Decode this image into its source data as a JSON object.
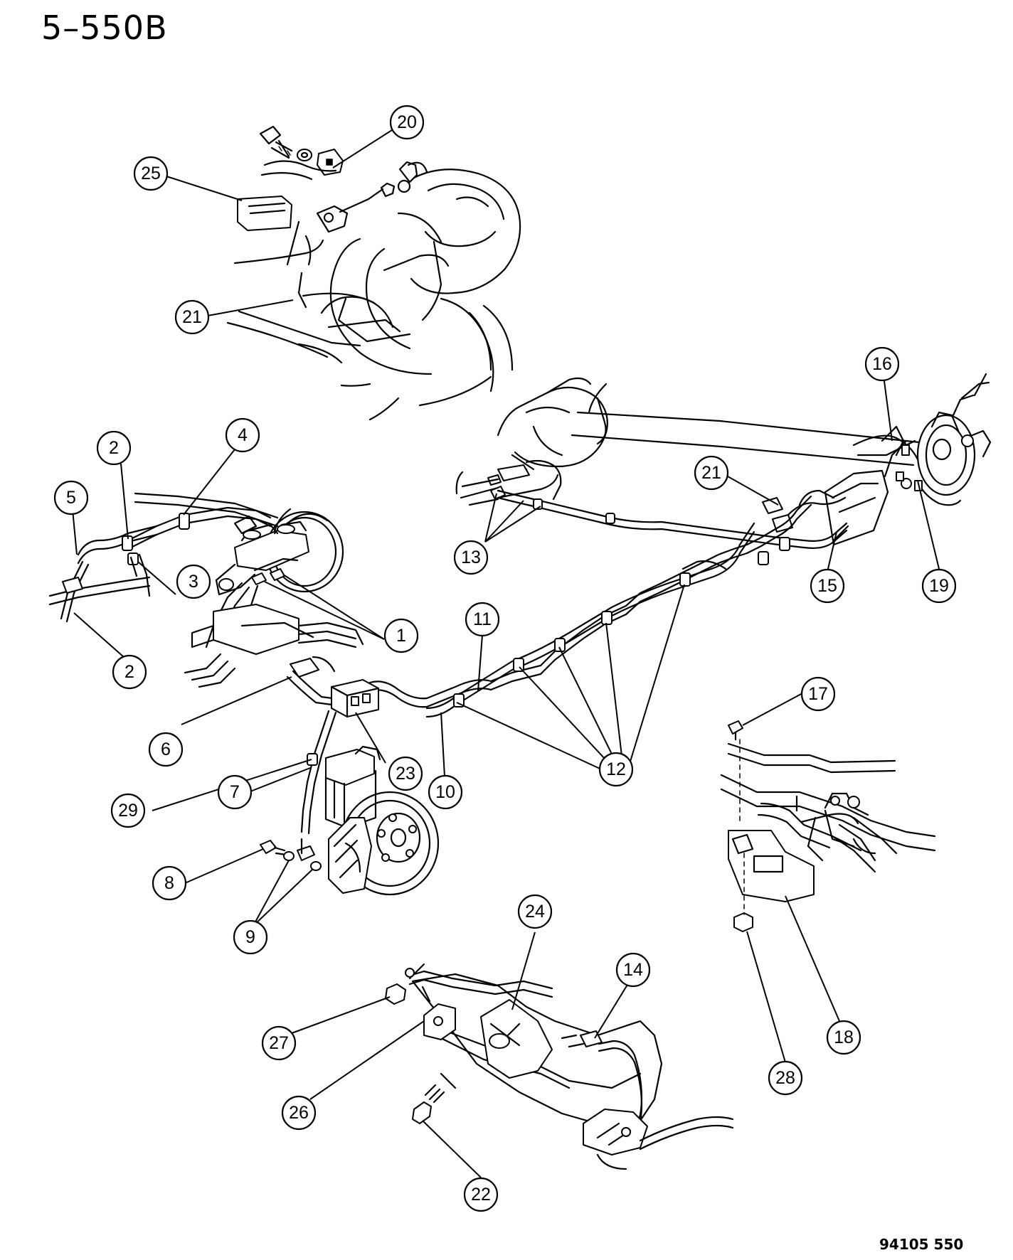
{
  "page": {
    "figure_id": "5–550B",
    "drawing_code": "94105  550"
  },
  "callouts": [
    {
      "id": "c20",
      "label": "20"
    },
    {
      "id": "c25",
      "label": "25"
    },
    {
      "id": "c21a",
      "label": "21"
    },
    {
      "id": "c16",
      "label": "16"
    },
    {
      "id": "c21b",
      "label": "21"
    },
    {
      "id": "c13",
      "label": "13"
    },
    {
      "id": "c15",
      "label": "15"
    },
    {
      "id": "c19",
      "label": "19"
    },
    {
      "id": "c4",
      "label": "4"
    },
    {
      "id": "c2a",
      "label": "2"
    },
    {
      "id": "c5",
      "label": "5"
    },
    {
      "id": "c3",
      "label": "3"
    },
    {
      "id": "c1",
      "label": "1"
    },
    {
      "id": "c2b",
      "label": "2"
    },
    {
      "id": "c11",
      "label": "11"
    },
    {
      "id": "c6",
      "label": "6"
    },
    {
      "id": "c23",
      "label": "23"
    },
    {
      "id": "c10",
      "label": "10"
    },
    {
      "id": "c12",
      "label": "12"
    },
    {
      "id": "c17",
      "label": "17"
    },
    {
      "id": "c29",
      "label": "29"
    },
    {
      "id": "c7",
      "label": "7"
    },
    {
      "id": "c8",
      "label": "8"
    },
    {
      "id": "c9",
      "label": "9"
    },
    {
      "id": "c24",
      "label": "24"
    },
    {
      "id": "c14",
      "label": "14"
    },
    {
      "id": "c27",
      "label": "27"
    },
    {
      "id": "c18",
      "label": "18"
    },
    {
      "id": "c26",
      "label": "26"
    },
    {
      "id": "c28",
      "label": "28"
    },
    {
      "id": "c22",
      "label": "22"
    }
  ]
}
